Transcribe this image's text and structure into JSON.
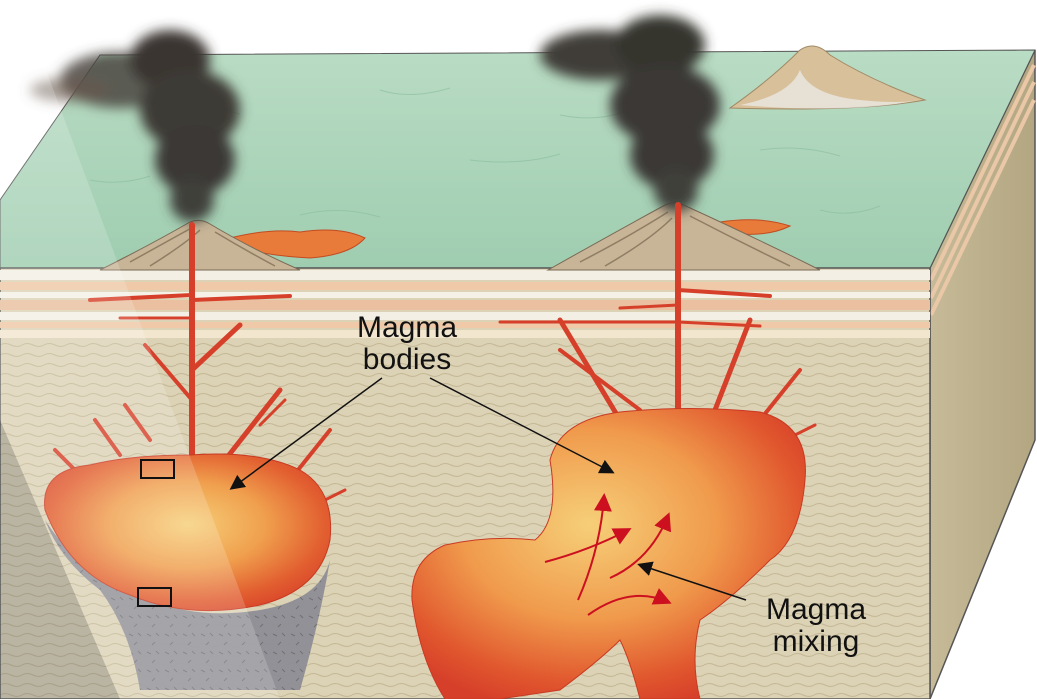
{
  "labels": {
    "magma_bodies": [
      "Magma",
      "bodies"
    ],
    "magma_mixing": [
      "Magma",
      "mixing"
    ]
  },
  "colors": {
    "ground_surface": "#a9d4b8",
    "crust": "#ddd3b8",
    "crust_side": "#cbbf9e",
    "sediment_layer": "#efc9a8",
    "magma_outer": "#e24a2a",
    "magma_inner": "#f4c067",
    "smoke": "#3a3a36",
    "cooled_rock": "#8f8f95",
    "arrow": "#cc1020"
  }
}
